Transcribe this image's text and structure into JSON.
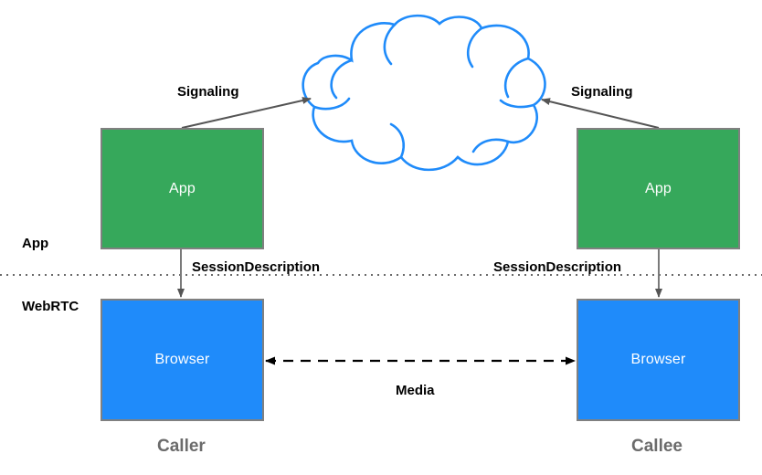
{
  "diagram": {
    "title": "WebRTC signaling and media flow between caller and callee",
    "colors": {
      "app_box": "#36a85b",
      "browser_box": "#1f8bfa",
      "box_border": "#808080",
      "cloud_stroke": "#1f8bfa",
      "arrow": "#555555",
      "media_arrow": "#000000",
      "role_text": "#6b6b6b",
      "label_text": "#000000",
      "background": "#ffffff"
    },
    "layer_labels": {
      "app": "App",
      "webrtc": "WebRTC"
    },
    "nodes": {
      "app_left": "App",
      "app_right": "App",
      "browser_left": "Browser",
      "browser_right": "Browser"
    },
    "roles": {
      "caller": "Caller",
      "callee": "Callee"
    },
    "edges": {
      "signaling_left": "Signaling",
      "signaling_right": "Signaling",
      "session_description_left": "SessionDescription",
      "session_description_right": "SessionDescription",
      "media": "Media"
    },
    "cloud": {
      "name": "signaling-server-cloud",
      "label": ""
    },
    "divider": {
      "style": "dotted",
      "separates": [
        "App",
        "WebRTC"
      ]
    }
  }
}
